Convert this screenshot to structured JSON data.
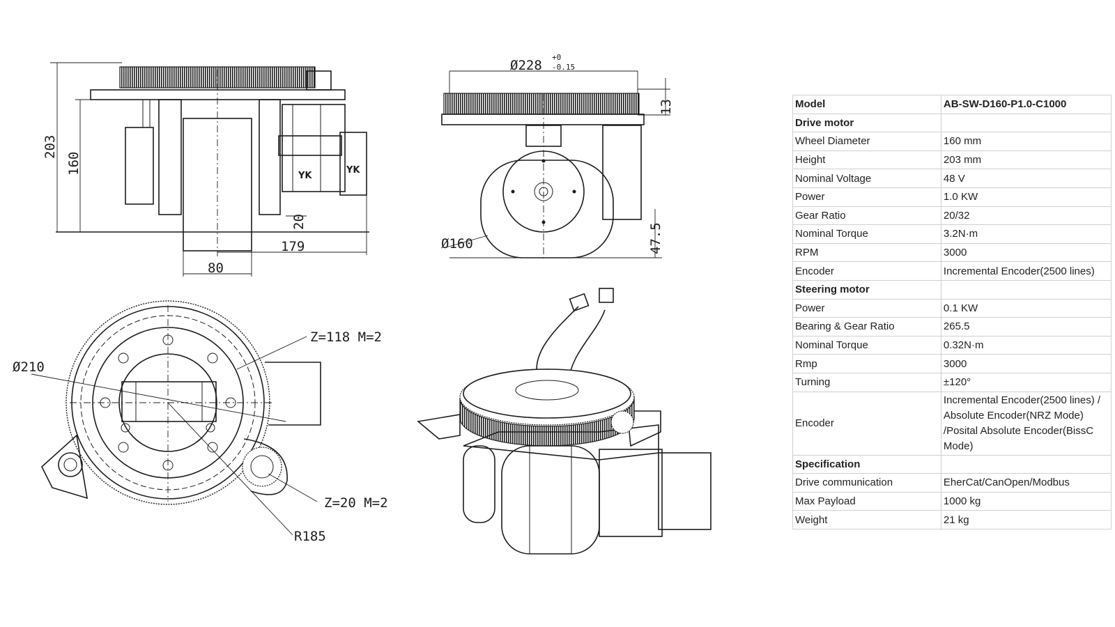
{
  "drawing_labels": {
    "dim_203": "203",
    "dim_160_side": "160",
    "dim_20": "20",
    "dim_179": "179",
    "dim_80": "80",
    "yk_left": "YK",
    "yk_right": "YK",
    "dim_228_main": "Ø228",
    "dim_228_tol_plus": "+0",
    "dim_228_tol_minus": "-0.15",
    "dim_13": "13",
    "dim_160_wheel": "Ø160",
    "dim_47_5": "47.5",
    "gear_large": "Z=118  M=2",
    "dim_210": "Ø210",
    "gear_small": "Z=20  M=2",
    "dim_r185": "R185"
  },
  "spec_table": {
    "model": {
      "label": "Model",
      "value": "AB-SW-D160-P1.0-C1000"
    },
    "drive_motor": {
      "title": "Drive motor",
      "rows": [
        {
          "label": "Wheel Diameter",
          "value": "160 mm"
        },
        {
          "label": "Height",
          "value": "203 mm"
        },
        {
          "label": "Nominal Voltage",
          "value": "48 V"
        },
        {
          "label": "Power",
          "value": "1.0 KW"
        },
        {
          "label": "Gear Ratio",
          "value": "20/32"
        },
        {
          "label": "Nominal Torque",
          "value": "3.2N·m"
        },
        {
          "label": "RPM",
          "value": "3000"
        },
        {
          "label": "Encoder",
          "value": "Incremental Encoder(2500 lines)"
        }
      ]
    },
    "steering_motor": {
      "title": "Steering motor",
      "rows": [
        {
          "label": "Power",
          "value": "0.1 KW"
        },
        {
          "label": "Bearing & Gear Ratio",
          "value": "265.5"
        },
        {
          "label": "Nominal Torque",
          "value": "0.32N·m"
        },
        {
          "label": "Rmp",
          "value": "3000"
        },
        {
          "label": "Turning",
          "value": "±120°"
        },
        {
          "label": "Encoder",
          "value": "Incremental Encoder(2500 lines) / Absolute Encoder(NRZ Mode) /Posital Absolute Encoder(BissC Mode)"
        }
      ]
    },
    "specification": {
      "title": "Specification",
      "rows": [
        {
          "label": "Drive communication",
          "value": "EherCat/CanOpen/Modbus"
        },
        {
          "label": "Max Payload",
          "value": "1000 kg"
        },
        {
          "label": "Weight",
          "value": "21 kg"
        }
      ]
    }
  }
}
